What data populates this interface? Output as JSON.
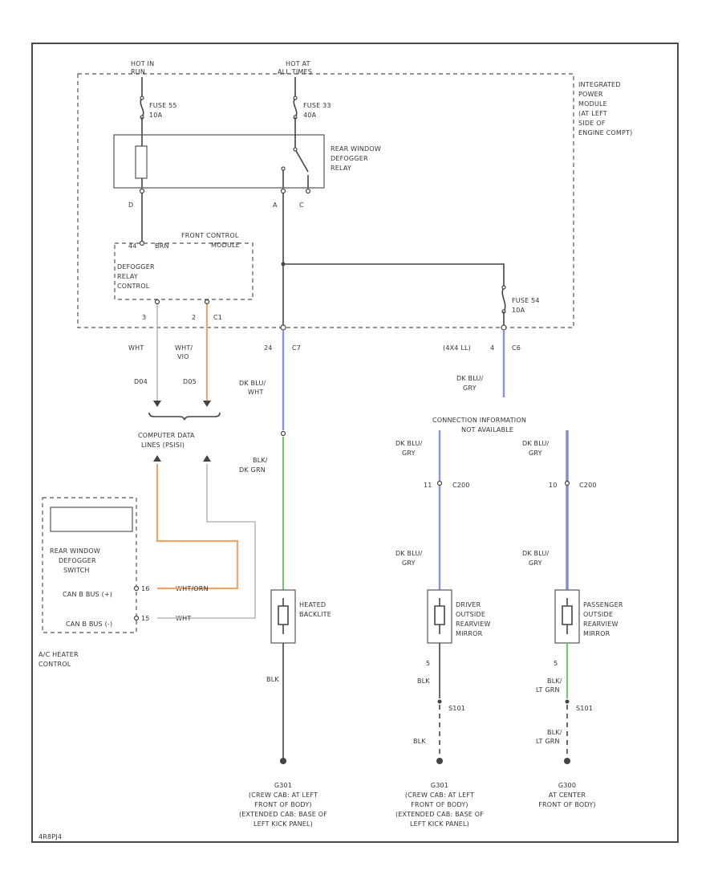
{
  "power_labels": {
    "hot_in_run": [
      "HOT IN",
      "RUN"
    ],
    "hot_at_all_times": [
      "HOT AT",
      "ALL TIMES"
    ]
  },
  "ipm_label": [
    "INTEGRATED",
    "POWER",
    "MODULE",
    "(AT LEFT",
    "SIDE OF",
    "ENGINE COMPT)"
  ],
  "fuses": {
    "fuse_55": [
      "FUSE 55",
      "10A"
    ],
    "fuse_33": [
      "FUSE 33",
      "40A"
    ],
    "fuse_54": [
      "FUSE 54",
      "10A"
    ]
  },
  "relay": {
    "label": [
      "REAR WINDOW",
      "DEFOGGER",
      "RELAY"
    ],
    "pins": {
      "d": "D",
      "a": "A",
      "c": "C"
    }
  },
  "front_control": {
    "label": [
      "FRONT CONTROL",
      "MODULE"
    ],
    "pin_44": "44",
    "pin_44_color": "BRN",
    "defogger_control": [
      "DEFOGGER",
      "RELAY",
      "CONTROL"
    ],
    "pin_3": "3",
    "pin_2": "2",
    "c1": "C1"
  },
  "connectors": {
    "c7_pin": "24",
    "c7": "C7",
    "c6_note": "(4X4 LL)",
    "c6_pin": "4",
    "c6": "C6"
  },
  "wire_labels": {
    "wht_left": "WHT",
    "wht_vio": [
      "WHT/",
      "VIO"
    ],
    "d04": "D04",
    "d05": "D05",
    "dk_blu_wht": [
      "DK BLU/",
      "WHT"
    ],
    "dk_blu_gry_top": [
      "DK BLU/",
      "GRY"
    ],
    "blk_dk_grn": [
      "BLK/",
      "DK GRN"
    ],
    "dk_blu_gry_1": [
      "DK BLU/",
      "GRY"
    ],
    "dk_blu_gry_2": [
      "DK BLU/",
      "GRY"
    ],
    "dk_blu_gry_3": [
      "DK BLU/",
      "GRY"
    ],
    "dk_blu_gry_4": [
      "DK BLU/",
      "GRY"
    ],
    "wht_orn": "WHT/ORN",
    "wht_bottom": "WHT",
    "blk_center": "BLK",
    "blk_mid_1": "BLK",
    "blk_mid_2": "BLK",
    "blk_lt_grn_1": [
      "BLK/",
      "LT GRN"
    ],
    "blk_lt_grn_2": [
      "BLK/",
      "LT GRN"
    ]
  },
  "data_links": [
    "COMPUTER DATA",
    "LINES (PSISI)"
  ],
  "connection_info": [
    "CONNECTION INFORMATION",
    "NOT AVAILABLE"
  ],
  "c200_labels": {
    "pin_11": "11",
    "c200_left": "C200",
    "pin_10": "10",
    "c200_right": "C200"
  },
  "switch": {
    "label": [
      "REAR WINDOW",
      "DEFOGGER",
      "SWITCH"
    ],
    "can_b_plus": "CAN B BUS (+)",
    "can_b_minus": "CAN B BUS (-)",
    "pin_16": "16",
    "pin_15": "15",
    "ac_heater_control": [
      "A/C HEATER",
      "CONTROL"
    ]
  },
  "components": {
    "heated_backlite": [
      "HEATED",
      "BACKLITE"
    ],
    "driver_mirror": [
      "DRIVER",
      "OUTSIDE",
      "REARVIEW",
      "MIRROR"
    ],
    "passenger_mirror": [
      "PASSENGER",
      "OUTSIDE",
      "REARVIEW",
      "MIRROR"
    ],
    "driver_mirror_pin": "5",
    "passenger_mirror_pin": "5"
  },
  "splices": {
    "s_left": "S101",
    "s_right": "S101"
  },
  "grounds": {
    "g_left": [
      "G301",
      "(CREW CAB: AT LEFT",
      "FRONT OF BODY)",
      "(EXTENDED CAB: BASE OF",
      "LEFT KICK PANEL)"
    ],
    "g_mid": [
      "G301",
      "(CREW CAB: AT LEFT",
      "FRONT OF BODY)",
      "(EXTENDED CAB: BASE OF",
      "LEFT KICK PANEL)"
    ],
    "g_right": [
      "G300",
      "AT CENTER",
      "FRONT OF BODY)"
    ]
  },
  "footer_id": "4R8PJ4",
  "wire_colors": {
    "blue": "#8a93e0",
    "green": "#74c274",
    "orange": "#f0a56c",
    "gray": "#b8b8b8"
  }
}
